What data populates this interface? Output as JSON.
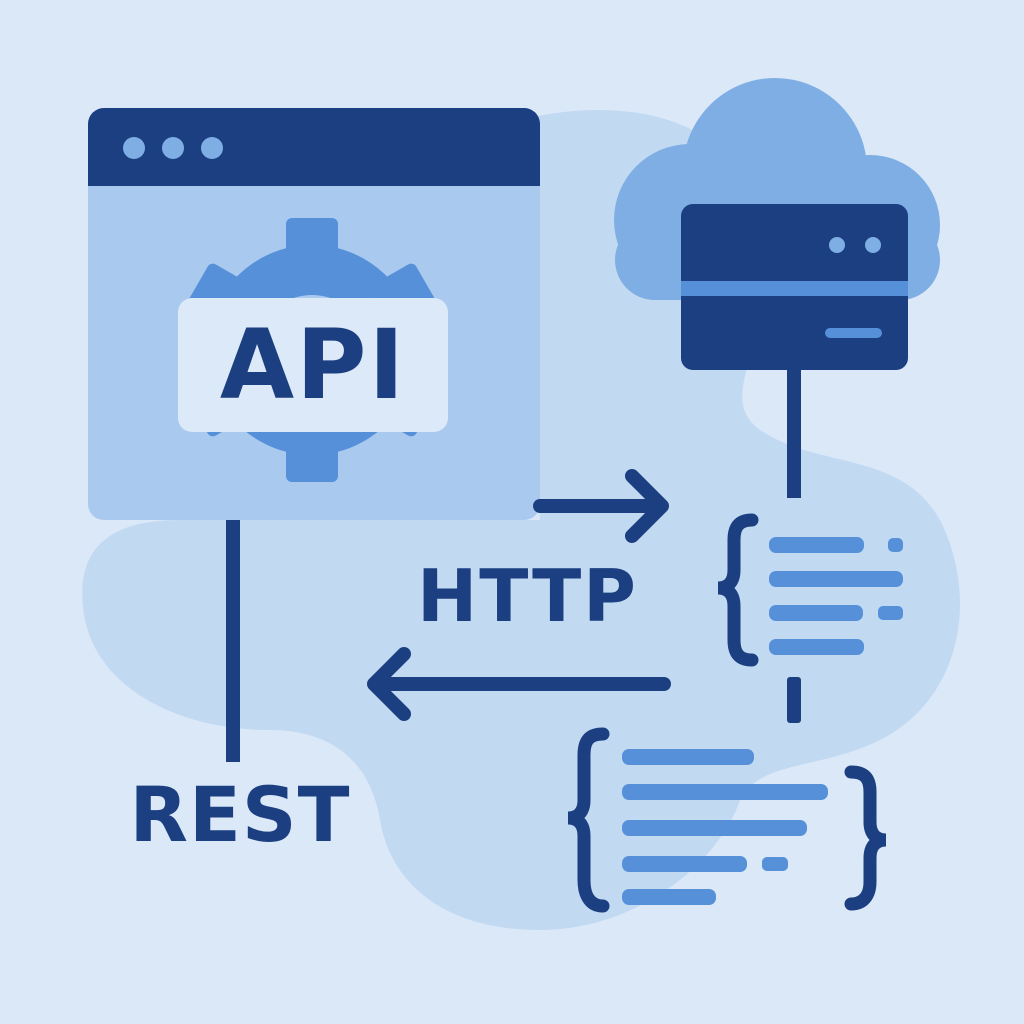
{
  "title": "REST API over HTTP illustration",
  "labels": {
    "api": "API",
    "http": "HTTP",
    "rest": "REST"
  },
  "elements": {
    "browser_window": {
      "icon": "browser-window-icon",
      "dots": 3,
      "badge": "API",
      "icon_behind_badge": "gear-icon"
    },
    "cloud_server": {
      "icon": "cloud-icon",
      "server_icon": "server-icon",
      "indicator_dots": 2
    },
    "request_arrow": {
      "icon": "arrow-right-icon",
      "direction": "right"
    },
    "response_arrow": {
      "icon": "arrow-left-icon",
      "direction": "left"
    },
    "json_block_small": {
      "icon": "curly-brace-icon",
      "lines": 4
    },
    "json_block_large": {
      "icon": "curly-braces-icon",
      "lines": 5
    }
  },
  "colors": {
    "background": "#dbe8f8",
    "blob": "#c2d9f2",
    "dark_navy": "#1b3f80",
    "mid_blue": "#5590d8",
    "light_blue": "#a9c9ee",
    "cloud": "#7eaee4",
    "badge_bg": "#dce9f8"
  }
}
